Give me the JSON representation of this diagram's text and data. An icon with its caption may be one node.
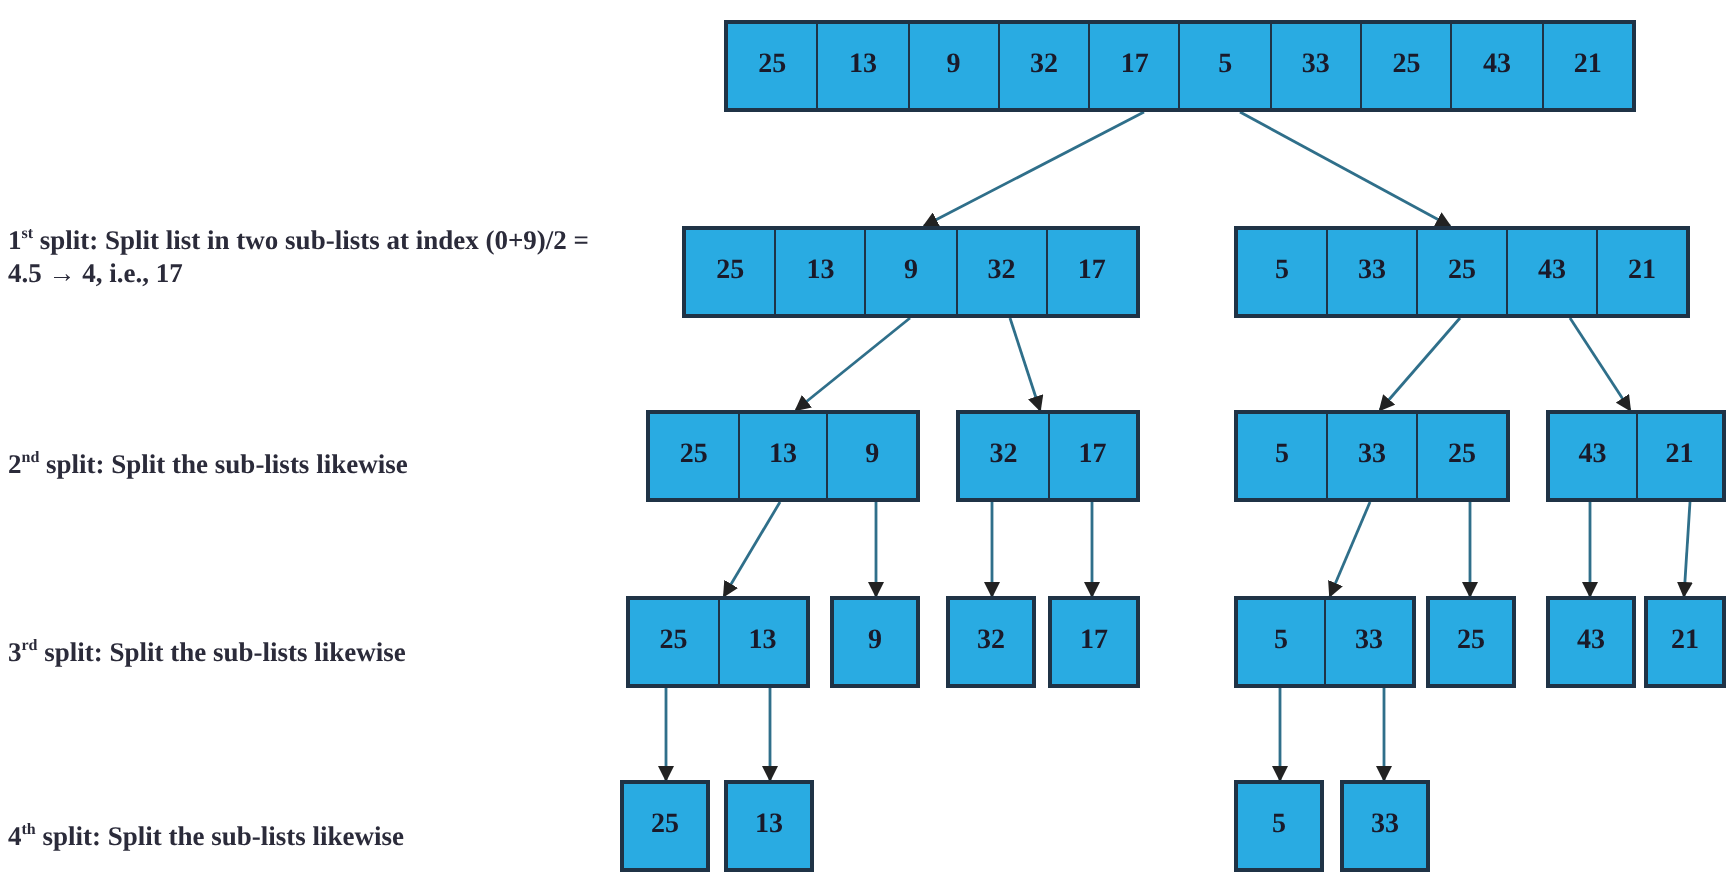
{
  "diagram": {
    "nodes": [
      {
        "text": [
          "25",
          "13",
          "9",
          "32",
          "17",
          "5",
          "33",
          "25",
          "43",
          "21"
        ]
      },
      {
        "text": [
          "25",
          "13",
          "9",
          "32",
          "17"
        ]
      },
      {
        "text": [
          "5",
          "33",
          "25",
          "43",
          "21"
        ]
      },
      {
        "text": [
          "25",
          "13",
          "9"
        ]
      },
      {
        "text": [
          "32",
          "17"
        ]
      },
      {
        "text": [
          "5",
          "33",
          "25"
        ]
      },
      {
        "text": [
          "43",
          "21"
        ]
      },
      {
        "text": [
          "25",
          "13"
        ]
      },
      {
        "text": [
          "9"
        ]
      },
      {
        "text": [
          "32"
        ]
      },
      {
        "text": [
          "17"
        ]
      },
      {
        "text": [
          "5",
          "33"
        ]
      },
      {
        "text": [
          "25"
        ]
      },
      {
        "text": [
          "43"
        ]
      },
      {
        "text": [
          "21"
        ]
      },
      {
        "text": [
          "25"
        ]
      },
      {
        "text": [
          "13"
        ]
      },
      {
        "text": [
          "5"
        ]
      },
      {
        "text": [
          "33"
        ]
      }
    ],
    "edges": [
      {
        "from": 0,
        "to": 1,
        "arrow": "to"
      },
      {
        "from": 0,
        "to": 2,
        "arrow": "to"
      },
      {
        "from": 1,
        "to": 3,
        "arrow": "to"
      },
      {
        "from": 1,
        "to": 4,
        "arrow": "to"
      },
      {
        "from": 2,
        "to": 5,
        "arrow": "to"
      },
      {
        "from": 2,
        "to": 6,
        "arrow": "to"
      },
      {
        "from": 3,
        "to": 7,
        "arrow": "to"
      },
      {
        "from": 3,
        "to": 8,
        "arrow": "to"
      },
      {
        "from": 4,
        "to": 9,
        "arrow": "to"
      },
      {
        "from": 4,
        "to": 10,
        "arrow": "to"
      },
      {
        "from": 5,
        "to": 11,
        "arrow": "to"
      },
      {
        "from": 5,
        "to": 12,
        "arrow": "to"
      },
      {
        "from": 6,
        "to": 13,
        "arrow": "to"
      },
      {
        "from": 6,
        "to": 14,
        "arrow": "to"
      },
      {
        "from": 7,
        "to": 15,
        "arrow": "to"
      },
      {
        "from": 7,
        "to": 16,
        "arrow": "to"
      },
      {
        "from": 11,
        "to": 17,
        "arrow": "to"
      },
      {
        "from": 11,
        "to": 18,
        "arrow": "to"
      }
    ],
    "labels": [
      "1$^{st}$ split: Split list in two sub-lists at index (0+9)/2 = 4.5 → 4, i.e., 17",
      "2$^{nd}$ split: Split the sub-lists likewise",
      "3$^{rd}$ split: Split the sub-lists likewise",
      "4$^{th}$ split: Split the sub-lists likewise"
    ]
  }
}
